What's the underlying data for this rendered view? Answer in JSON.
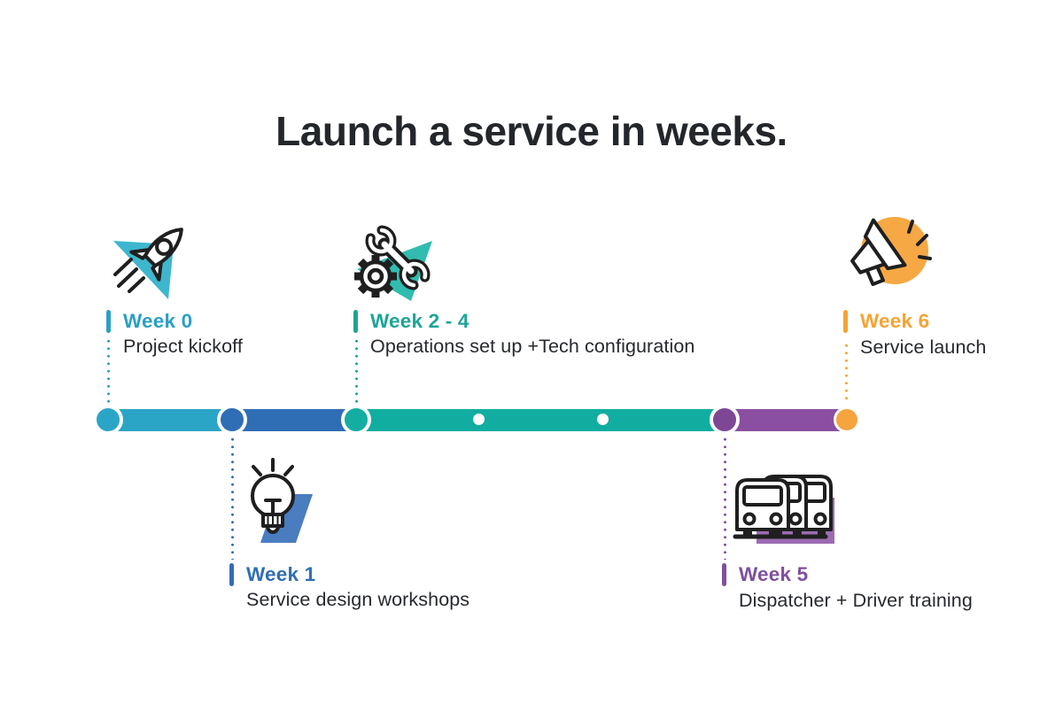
{
  "title": "Launch a service in weeks.",
  "colors": {
    "ink": "#23262b",
    "background": "#ffffff",
    "node_ring": "#ffffff"
  },
  "timeline": {
    "segments": [
      {
        "label": "week-0-to-1",
        "color": "#2ba5c6"
      },
      {
        "label": "week-1-to-2",
        "color": "#2f6eb5"
      },
      {
        "label": "week-2-to-5",
        "color": "#12ada1"
      },
      {
        "label": "week-5-to-6",
        "color": "#8a4fa0"
      }
    ],
    "nodes": [
      {
        "label": "week-0",
        "color": "#2ba5c6"
      },
      {
        "label": "week-1",
        "color": "#2f6eb5"
      },
      {
        "label": "week-2",
        "color": "#14ada2"
      },
      {
        "label": "week-5",
        "color": "#7e4796"
      },
      {
        "label": "week-6",
        "color": "#f5a43e"
      }
    ],
    "tick_dot_color": "#ffffff"
  },
  "milestones": [
    {
      "id": "week-0",
      "week_label": "Week 0",
      "description": "Project kickoff",
      "accent": "#2b9fc7",
      "icon": "rocket-icon",
      "icon_bg": "#3eb6ce",
      "side": "above"
    },
    {
      "id": "week-1",
      "week_label": "Week 1",
      "description": "Service design workshops",
      "accent": "#2f6eb5",
      "icon": "lightbulb-icon",
      "icon_bg": "#4a7dc0",
      "side": "below"
    },
    {
      "id": "week-2-4",
      "week_label": "Week 2 - 4",
      "description": "Operations set up +Tech configuration",
      "accent": "#1da497",
      "icon": "wrench-gear-icon",
      "icon_bg": "#31bcb0",
      "side": "above"
    },
    {
      "id": "week-5",
      "week_label": "Week 5",
      "description": "Dispatcher + Driver training",
      "accent": "#7e4f9e",
      "icon": "bus-fleet-icon",
      "icon_bg": "#9c6bb3",
      "side": "below"
    },
    {
      "id": "week-6",
      "week_label": "Week 6",
      "description": "Service launch",
      "accent": "#f5a333",
      "icon": "megaphone-icon",
      "icon_bg": "#f5a843",
      "side": "above"
    }
  ]
}
